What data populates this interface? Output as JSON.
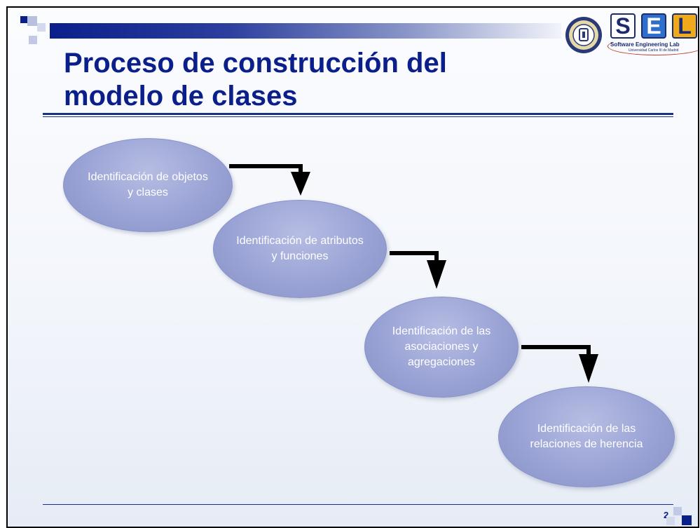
{
  "slide": {
    "title": "Proceso de construcción del\nmodelo de clases",
    "page_number": "2",
    "colors": {
      "title": "#0a1f8a",
      "ellipse_fill": "#9aa3d5",
      "rule": "#1a2f8a"
    }
  },
  "logos": {
    "sel_letters": [
      "S",
      "E",
      "L"
    ],
    "sel_subtitle": "Software Engineering Lab",
    "sel_subtitle2": "Universidad Carlos III de Madrid",
    "crest_icon": "university-crest-icon"
  },
  "steps": [
    {
      "label": "Identificación de objetos\ny clases"
    },
    {
      "label": "Identificación de atributos\ny funciones"
    },
    {
      "label": "Identificación de las\nasociaciones y\nagregaciones"
    },
    {
      "label": "Identificación de las\nrelaciones de herencia"
    }
  ]
}
